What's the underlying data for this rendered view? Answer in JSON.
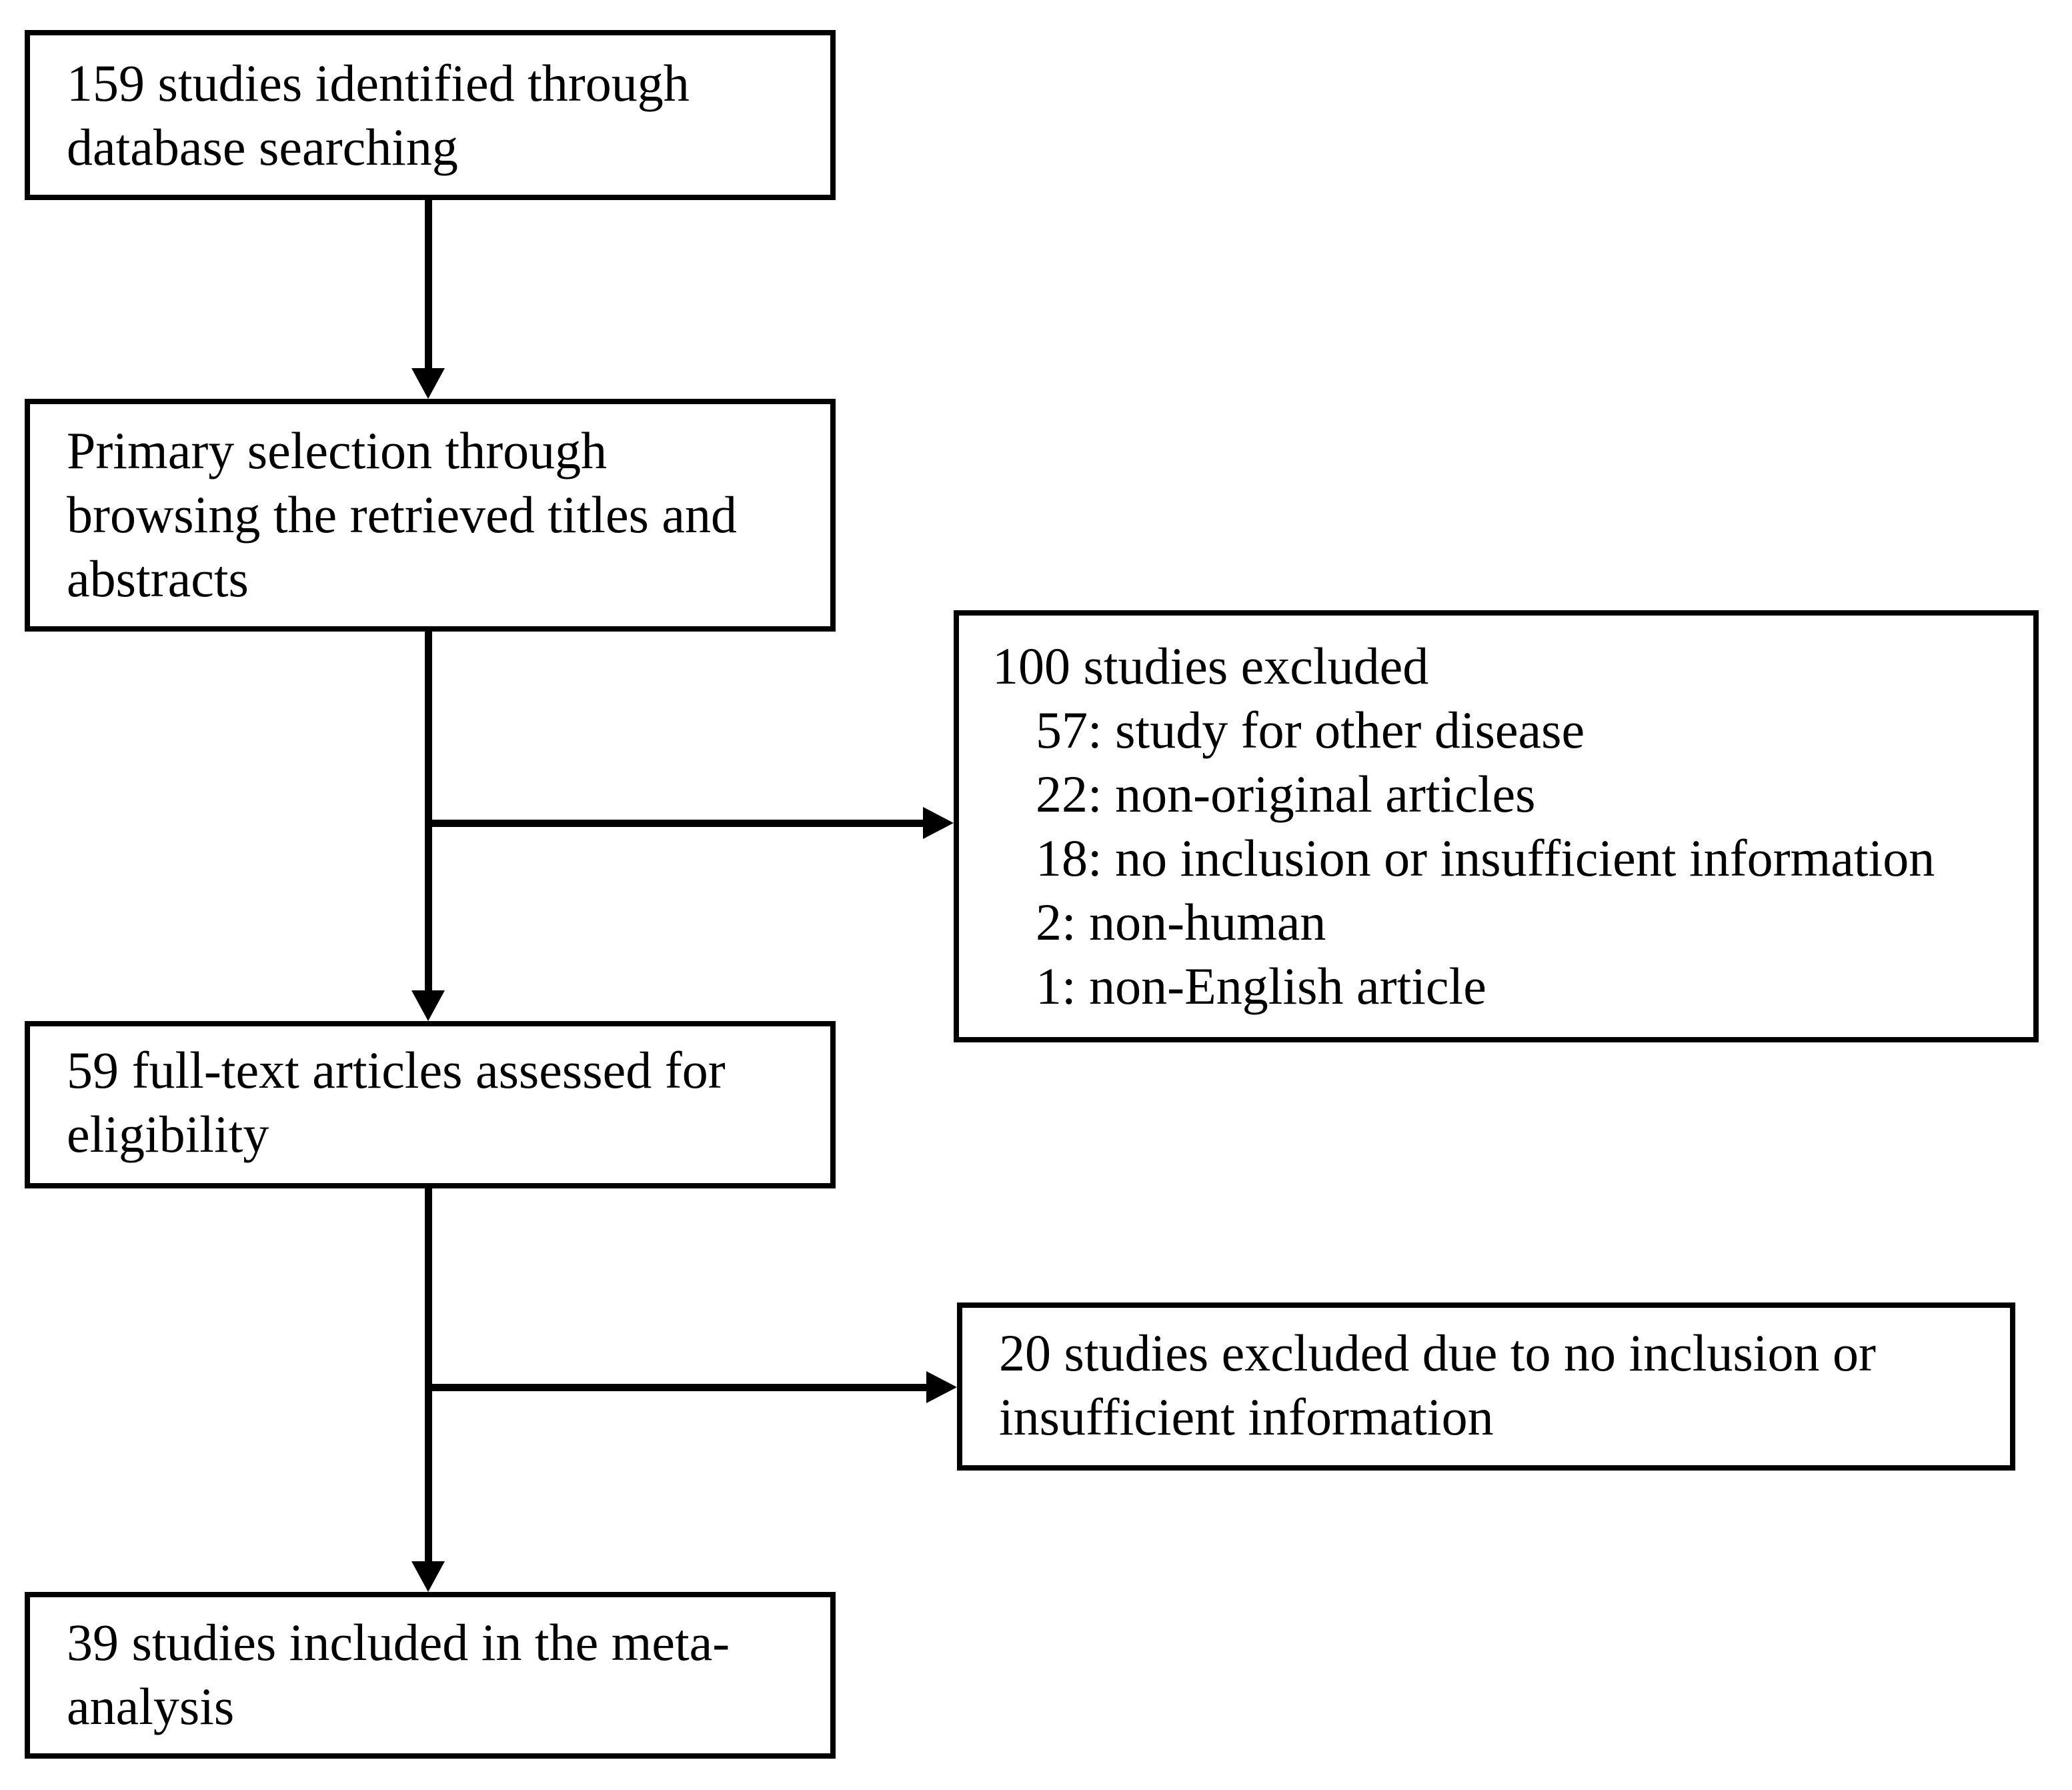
{
  "colors": {
    "line": "#000000",
    "background": "#ffffff",
    "text": "#000000"
  },
  "diagram": {
    "identified": {
      "lines": [
        "159 studies identified through",
        "database searching"
      ]
    },
    "primary_selection": {
      "lines": [
        "Primary selection through",
        "browsing the retrieved titles and",
        "abstracts"
      ]
    },
    "excluded_primary": {
      "title": "100 studies excluded",
      "items": [
        "57: study for other disease",
        "22: non-original articles",
        "18: no inclusion or insufficient information",
        "2: non-human",
        "1: non-English article"
      ]
    },
    "fulltext": {
      "lines": [
        "59 full-text articles assessed for",
        "eligibility"
      ]
    },
    "excluded_fulltext": {
      "lines": [
        "20 studies excluded due to no inclusion or",
        "insufficient information"
      ]
    },
    "included": {
      "lines": [
        "39 studies included in the meta-",
        "analysis"
      ]
    }
  }
}
